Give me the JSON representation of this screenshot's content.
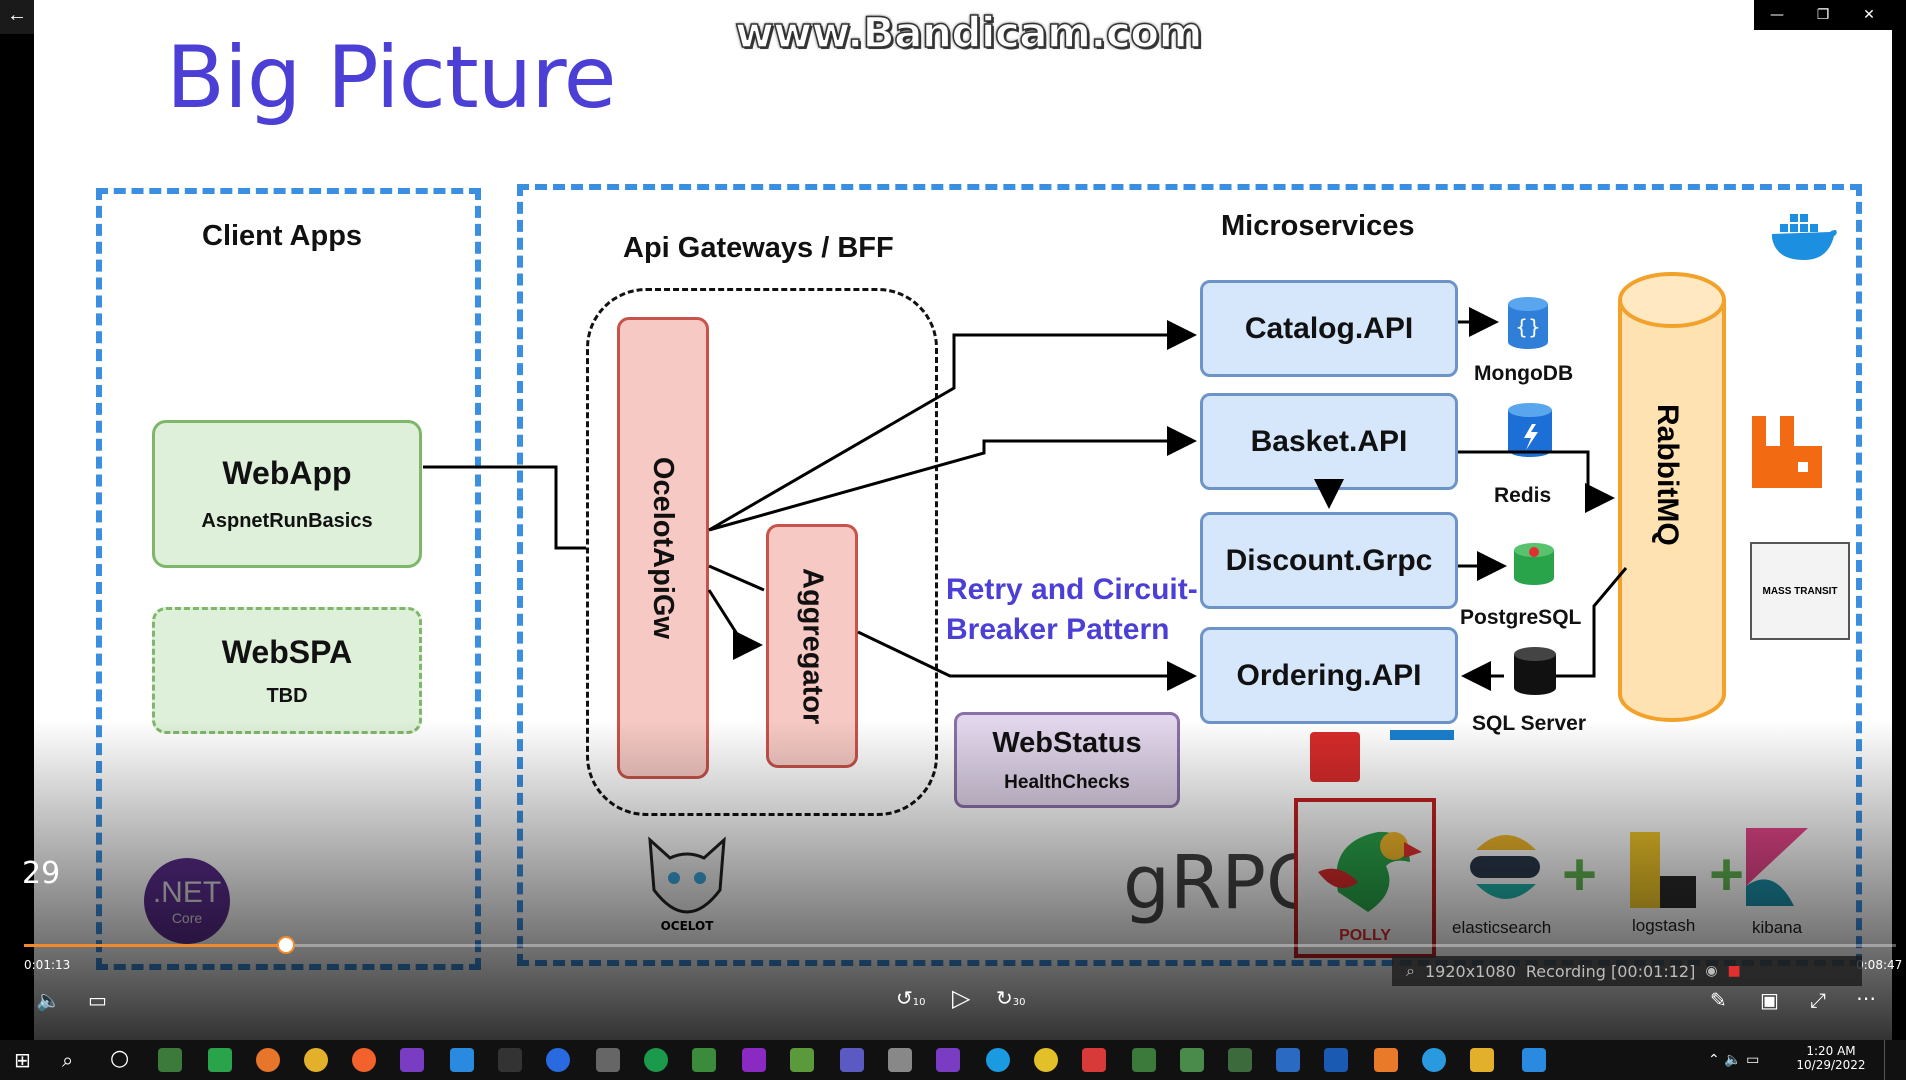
{
  "watermark": "www.Bandicam.com",
  "slide": {
    "title": "Big Picture",
    "client_apps": {
      "heading": "Client Apps",
      "webapp": {
        "title": "WebApp",
        "subtitle": "AspnetRunBasics"
      },
      "webspa": {
        "title": "WebSPA",
        "subtitle": "TBD"
      },
      "net_logo": {
        "line1": ".NET",
        "line2": "Core"
      }
    },
    "gateway": {
      "heading": "Api Gateways / BFF",
      "ocelot": "OcelotApiGw",
      "aggregator": "Aggregator",
      "ocelot_logo_text": "OCELOT"
    },
    "microservices": {
      "heading": "Microservices",
      "catalog": "Catalog.API",
      "basket": "Basket.API",
      "discount": "Discount.Grpc",
      "ordering": "Ordering.API",
      "webstatus": {
        "title": "WebStatus",
        "subtitle": "HealthChecks"
      },
      "retry_line1": "Retry and Circuit-",
      "retry_line2": "Breaker Pattern",
      "mongodb": "MongoDB",
      "redis": "Redis",
      "postgres": "PostgreSQL",
      "sqlserver": "SQL Server",
      "rabbitmq": "RabbitMQ",
      "mass_transit": "MASS TRANSIT",
      "grpc": "gRPC",
      "polly": "POLLY",
      "elasticsearch": "elasticsearch",
      "logstash": "logstash",
      "kibana": "kibana",
      "plus": "+"
    }
  },
  "player": {
    "slide_number": "29",
    "elapsed": "0:01:13",
    "total": "0:08:47",
    "progress_fraction": 0.139,
    "rewind_label": "10",
    "forward_label": "30",
    "recorder": {
      "resolution": "1920x1080",
      "status": "Recording [00:01:12]"
    }
  },
  "taskbar": {
    "time": "1:20 AM",
    "date": "10/29/2022"
  },
  "colors": {
    "title": "#4b3fd6",
    "region": "#3a8fe0",
    "progress": "#f08a2c"
  }
}
